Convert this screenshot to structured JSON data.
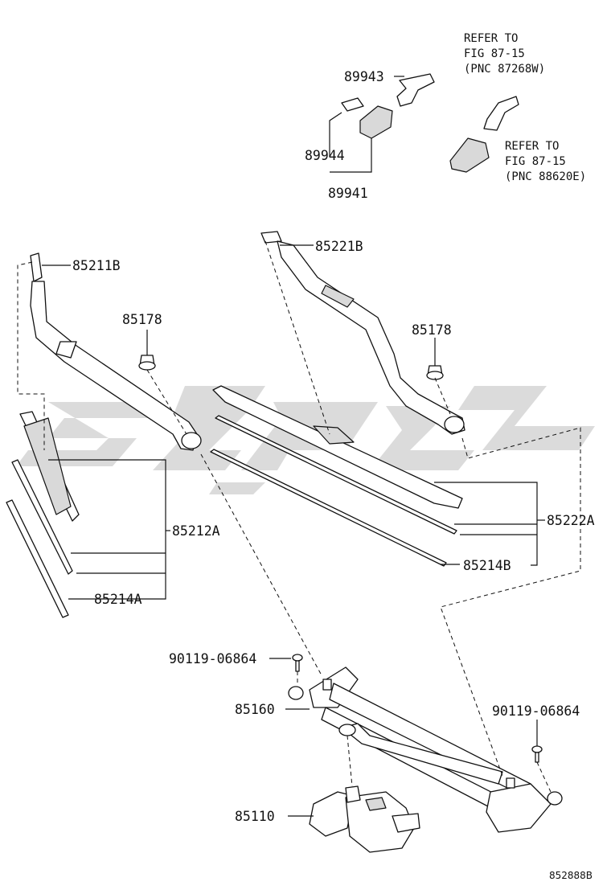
{
  "references": {
    "ref_1": [
      "REFER TO",
      "FIG 87-15",
      "(PNC 87268W)"
    ],
    "ref_2": [
      "REFER TO",
      "FIG 87-15",
      "(PNC 88620E)"
    ]
  },
  "callouts": {
    "p89943": "89943",
    "p89944": "89944",
    "p89941": "89941",
    "p85211B": "85211B",
    "p85178_left": "85178",
    "p85221B": "85221B",
    "p85178_right": "85178",
    "p85212A": "85212A",
    "p85214A": "85214A",
    "p85222A": "85222A",
    "p85214B": "85214B",
    "p90119_left": "90119-06864",
    "p90119_right": "90119-06864",
    "p85160": "85160",
    "p85110": "85110"
  },
  "illustration_code": "852888B"
}
